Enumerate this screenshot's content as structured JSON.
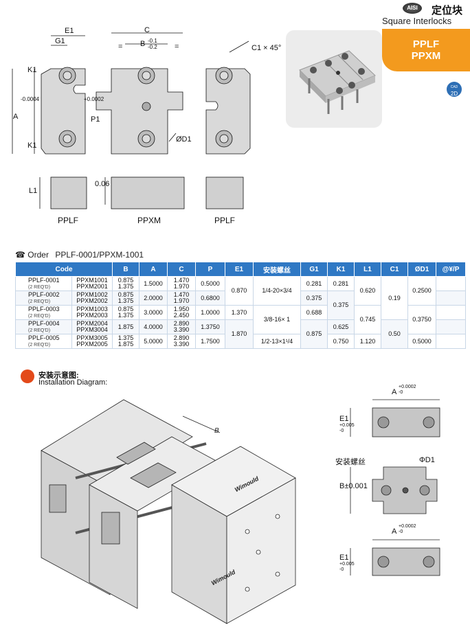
{
  "header": {
    "brand": "AISI",
    "title_cn": "定位块",
    "title_en": "Square Interlocks",
    "tab_line1": "PPLF",
    "tab_line2": "PPXM",
    "badge": "2D"
  },
  "drawing": {
    "dims": {
      "e1": "E1",
      "g1": "G1",
      "c": "C",
      "b": "B",
      "b_tol_upper": "-0.1",
      "b_tol_lower": "-0.2",
      "eq": "=",
      "c1": "C1 × 45°",
      "k1": "K1",
      "a": "A",
      "a_tol": "-0.0004",
      "p1": "P1",
      "p1_tol": "+0.0002",
      "d1": "ØD1",
      "l1": "L1",
      "gap": "0.06"
    },
    "labels": [
      "PPLF",
      "PPXM",
      "PPLF"
    ]
  },
  "order": {
    "label": "Order",
    "example": "PPLF-0001/PPXM-1001"
  },
  "table": {
    "headers": [
      "Code",
      "B",
      "A",
      "C",
      "P",
      "E1",
      "安装螺丝",
      "G1",
      "K1",
      "L1",
      "C1",
      "ØD1",
      "@¥/P"
    ],
    "rows": [
      {
        "code1": "PPLF-0001",
        "req": "(2 REQ'D)",
        "code2a": "PPXM1001",
        "code2b": "PPXM2001",
        "b_a": "0.875",
        "b_b": "1.375",
        "a": "1.5000",
        "c_a": "1.470",
        "c_b": "1.970",
        "p": "0.5000",
        "g1": "0.281",
        "k1": "0.281"
      },
      {
        "code1": "PPLF-0002",
        "req": "(2 REQ'D)",
        "code2a": "PPXM1002",
        "code2b": "PPXM2002",
        "b_a": "0.875",
        "b_b": "1.375",
        "a": "2.0000",
        "c_a": "1.470",
        "c_b": "1.970",
        "p": "0.6800",
        "g1": "0.375",
        "k1": ""
      },
      {
        "code1": "PPLF-0003",
        "req": "(2 REQ'D)",
        "code2a": "PPXM1003",
        "code2b": "PPXM2003",
        "b_a": "0.875",
        "b_b": "",
        "a": "3.0000",
        "c_a": "1.950",
        "c_b": "2.450",
        "p": "1.0000",
        "g1": "0.688",
        "k1": ""
      },
      {
        "code1": "PPLF-0004",
        "req": "(2 REQ'D)",
        "code2a": "PPXM2004",
        "code2b": "PPXM3004",
        "b_a": "",
        "b_b": "1.875",
        "a": "4.0000",
        "c_a": "2.890",
        "c_b": "3.390",
        "p": "1.3750",
        "g1": "",
        "k1": "0.625"
      },
      {
        "code1": "PPLF-0005",
        "req": "(2 REQ'D)",
        "code2a": "PPXM3005",
        "code2b": "PPXM2005",
        "b_a": "1.375",
        "b_b": "1.875",
        "a": "5.0000",
        "c_a": "2.890",
        "c_b": "3.390",
        "p": "1.7500",
        "g1": "",
        "k1": "0.750"
      }
    ],
    "b_merged_34": "1.375",
    "e1_groups": [
      "0.870",
      "1.370",
      "1.870"
    ],
    "screw_groups": [
      "1/4-20×3/4",
      "3/8-16× 1",
      "1/2-13×1¹/4"
    ],
    "g1_merged_45": "0.875",
    "k1_merged_23": "0.375",
    "l1_groups": [
      "0.620",
      "0.745",
      "1.120"
    ],
    "c1_groups": [
      "0.19",
      "0.50"
    ],
    "d1_groups": [
      "0.2500",
      "0.3750",
      "0.5000"
    ]
  },
  "install": {
    "title_cn": "安装示意图:",
    "title_en": "Installation Diagram:",
    "brand_mark": "Wimould",
    "b_label": "B",
    "detail": {
      "a_label": "A",
      "a_tol_up": "+0.0002",
      "a_tol_low": "-0",
      "e1_label": "E1",
      "e1_tol_up": "+0.005",
      "e1_tol_low": "-0",
      "screw_label": "安装螺丝",
      "d1_label": "ΦD1",
      "b_label": "B±0.001"
    }
  }
}
